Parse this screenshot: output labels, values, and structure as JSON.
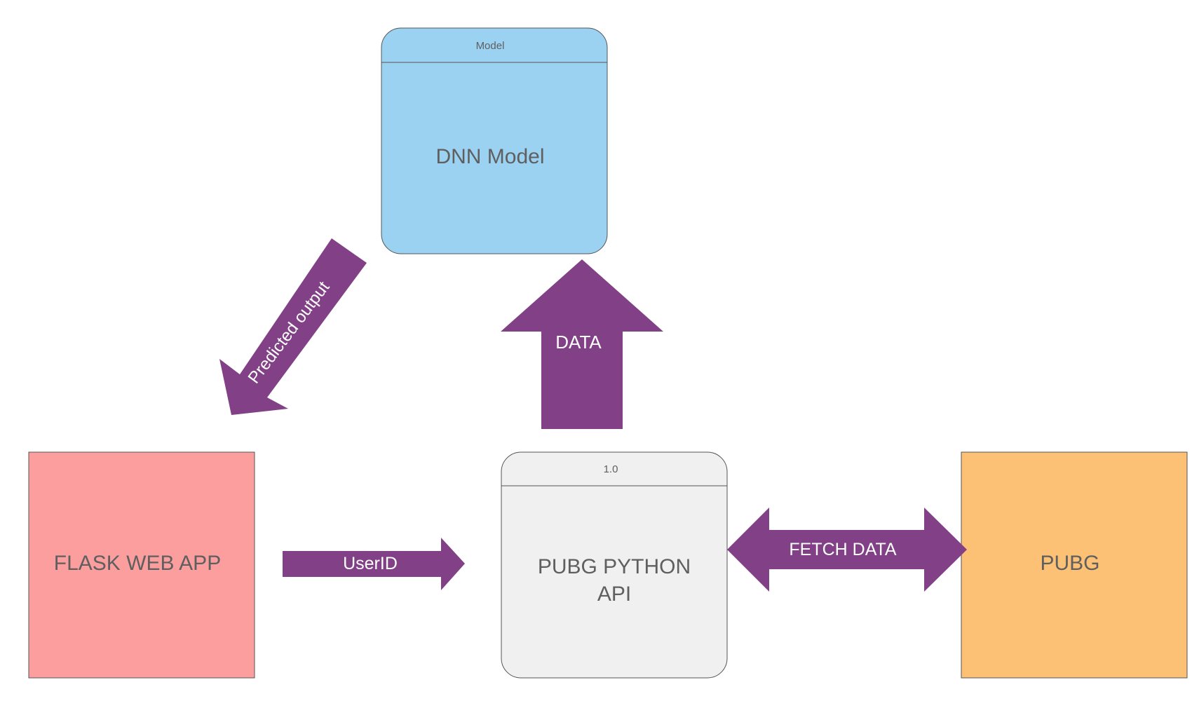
{
  "colors": {
    "arrow": "#824086",
    "model_fill": "#9bd2f2",
    "api_fill": "#eff0ef",
    "flask_fill": "#fd9e9e",
    "pubg_fill": "#fcc174",
    "stroke": "#555555",
    "node_text": "#5f5f5f",
    "arrow_text": "#ffffff"
  },
  "nodes": {
    "model": {
      "header": "Model",
      "label": "DNN Model"
    },
    "api": {
      "header": "1.0",
      "label_line1": "PUBG PYTHON",
      "label_line2": "API"
    },
    "flask": {
      "label": "FLASK WEB APP"
    },
    "pubg": {
      "label": "PUBG"
    }
  },
  "arrows": {
    "predicted_output": {
      "label": "Predicted output"
    },
    "data": {
      "label": "DATA"
    },
    "user_id": {
      "label": "UserID"
    },
    "fetch_data": {
      "label": "FETCH DATA"
    }
  }
}
